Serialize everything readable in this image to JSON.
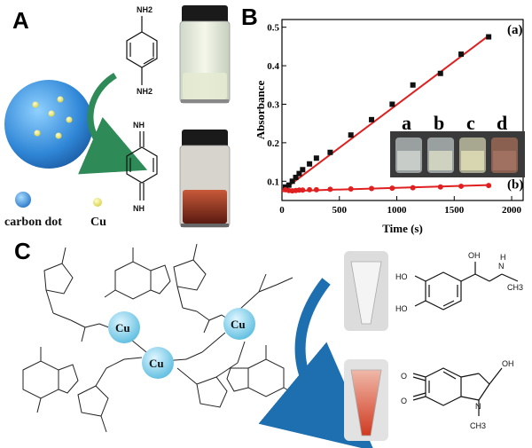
{
  "panels": {
    "a": {
      "letter": "A",
      "legend_carbon_dot": "carbon dot",
      "legend_cu": "Cu",
      "top_groups": [
        "NH2",
        "NH2"
      ],
      "bottom_groups": [
        "NH",
        "NH"
      ]
    },
    "b": {
      "letter": "B",
      "vial_labels": [
        "a",
        "b",
        "c",
        "d"
      ]
    },
    "c": {
      "letter": "C",
      "cu_labels": [
        "Cu",
        "Cu",
        "Cu"
      ],
      "right_top_labels": [
        "OH",
        "HO",
        "HO",
        "N",
        "H",
        "CH3"
      ],
      "right_bottom_labels": [
        "OH",
        "O",
        "O",
        "N",
        "CH3"
      ]
    }
  },
  "colors": {
    "carbon_dot": "#3a8fd8",
    "cu_dot": "#e8e070",
    "arrow_green": "#2e8b57",
    "arrow_blue": "#1d6fb0",
    "line_red": "#e02020",
    "cu_sphere": "#7fd0ea"
  },
  "chart_data": {
    "type": "scatter",
    "xlabel": "Time (s)",
    "ylabel": "Absorbance",
    "xlim": [
      0,
      2100
    ],
    "ylim": [
      0.05,
      0.52
    ],
    "xticks": [
      0,
      500,
      1000,
      1500,
      2000
    ],
    "yticks": [
      0.1,
      0.2,
      0.3,
      0.4,
      0.5
    ],
    "grid": false,
    "series": [
      {
        "name": "(a)",
        "marker": "square",
        "color": "#111111",
        "x": [
          30,
          60,
          90,
          120,
          150,
          180,
          240,
          300,
          420,
          600,
          780,
          960,
          1140,
          1380,
          1560,
          1800
        ],
        "y": [
          0.085,
          0.09,
          0.1,
          0.11,
          0.12,
          0.13,
          0.145,
          0.16,
          0.175,
          0.22,
          0.26,
          0.3,
          0.35,
          0.38,
          0.43,
          0.475
        ],
        "fit": [
          [
            0,
            0.075
          ],
          [
            1800,
            0.478
          ]
        ]
      },
      {
        "name": "(b)",
        "marker": "circle",
        "color": "#e02020",
        "x": [
          30,
          60,
          90,
          120,
          150,
          180,
          240,
          300,
          420,
          600,
          780,
          960,
          1140,
          1380,
          1560,
          1800
        ],
        "y": [
          0.078,
          0.076,
          0.075,
          0.076,
          0.077,
          0.077,
          0.078,
          0.078,
          0.079,
          0.08,
          0.081,
          0.082,
          0.083,
          0.085,
          0.087,
          0.089
        ],
        "fit": [
          [
            0,
            0.074
          ],
          [
            1800,
            0.09
          ]
        ]
      }
    ]
  }
}
